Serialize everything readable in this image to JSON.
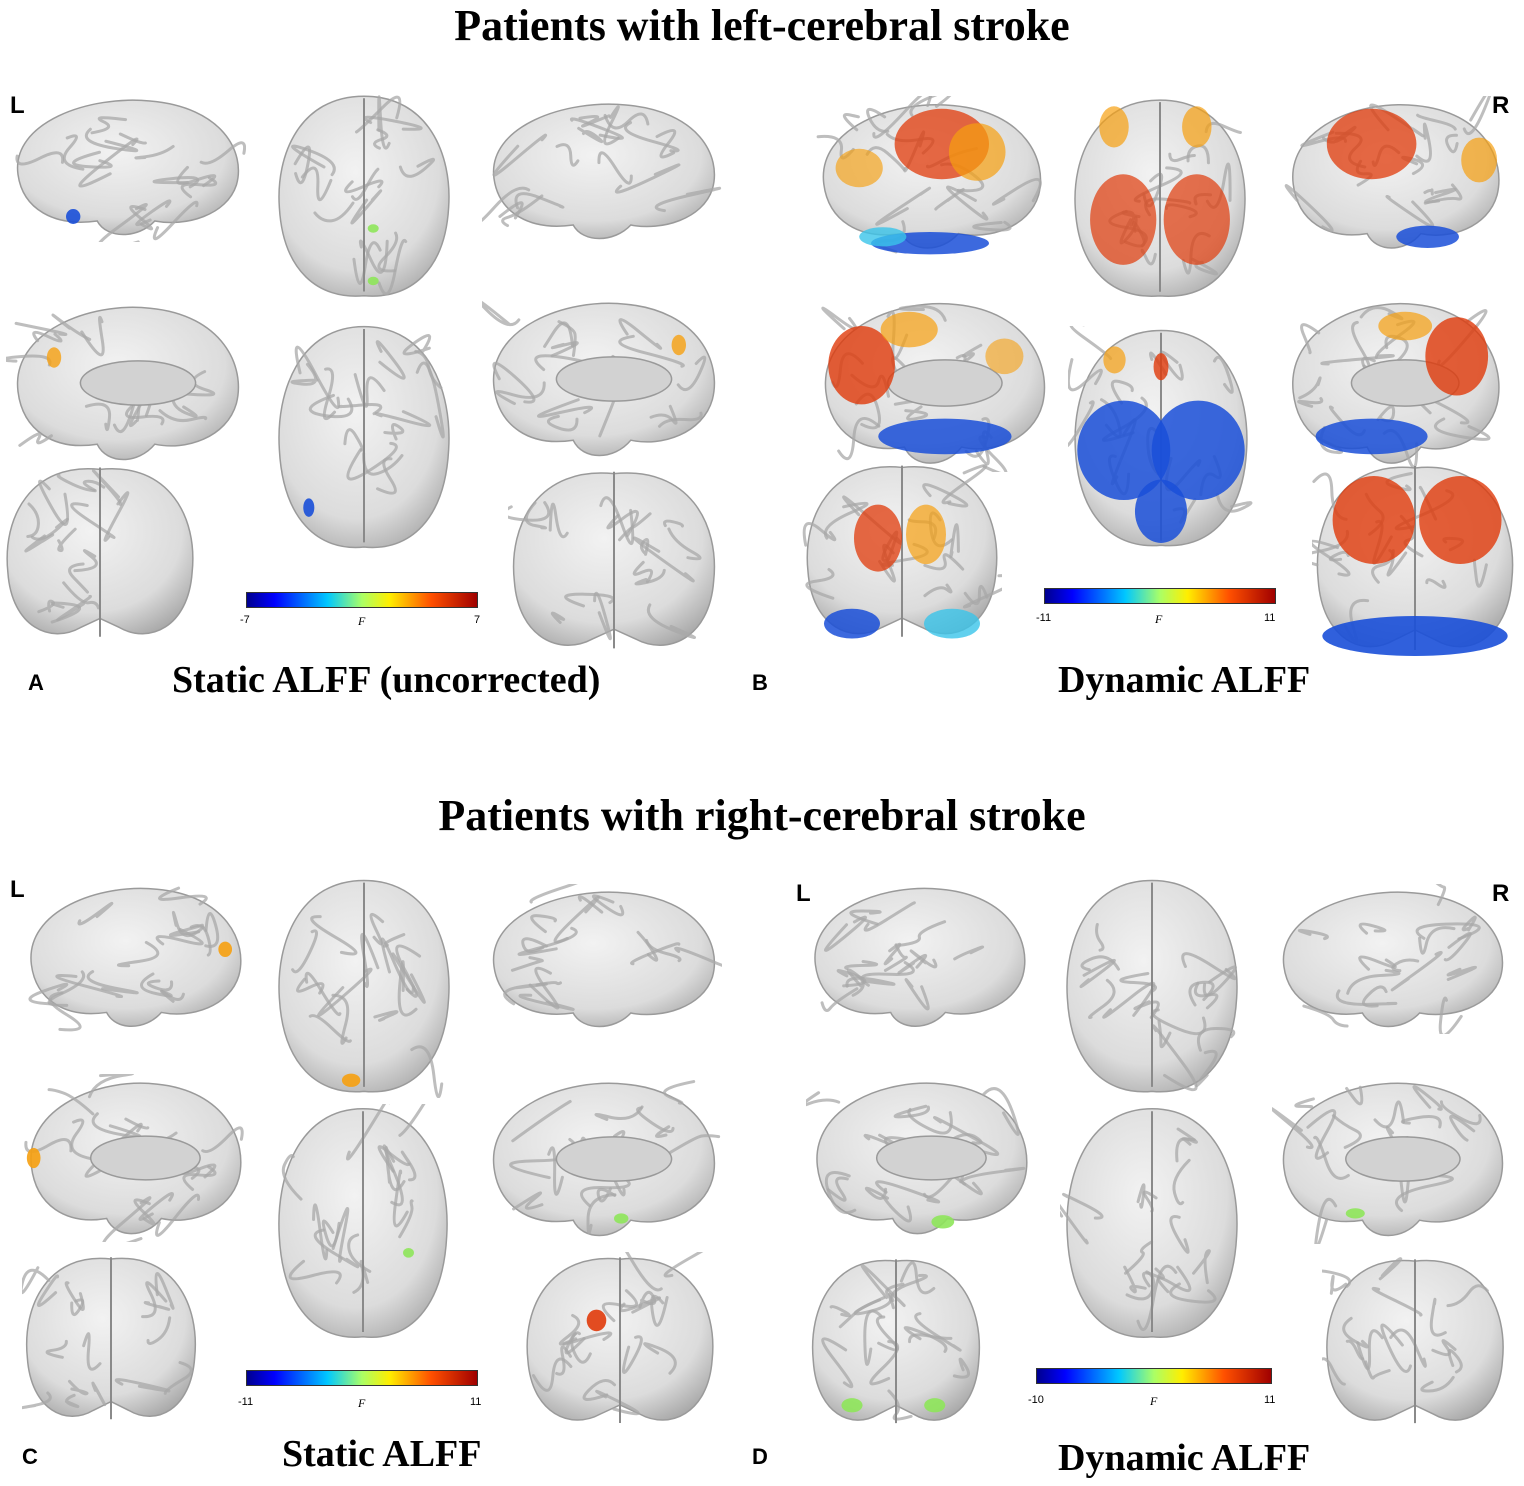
{
  "sections": [
    {
      "title": "Patients with left-cerebral stroke"
    },
    {
      "title": "Patients with right-cerebral stroke"
    }
  ],
  "panels": [
    {
      "letter": "A",
      "title": "Static ALFF (uncorrected)",
      "left_label": "L",
      "right_label": "",
      "cb_min": "-7",
      "cb_mid": "F",
      "cb_max": "7"
    },
    {
      "letter": "B",
      "title": "Dynamic ALFF",
      "left_label": "",
      "right_label": "R",
      "cb_min": "-11",
      "cb_mid": "F",
      "cb_max": "11"
    },
    {
      "letter": "C",
      "title": "Static ALFF",
      "left_label": "L",
      "right_label": "",
      "cb_min": "-11",
      "cb_mid": "F",
      "cb_max": "11"
    },
    {
      "letter": "D",
      "title": "Dynamic ALFF",
      "left_label": "L",
      "right_label": "R",
      "cb_min": "-10",
      "cb_mid": "F",
      "cb_max": "11"
    }
  ],
  "colors": {
    "brain_surface": "#e4e4e4",
    "sulci": "#a8a8a8",
    "medial_wall": "#d2d2d2",
    "hot": "#e03a0a",
    "warm": "#f6a010",
    "green": "#8ee65a",
    "cold": "#1a4fd8",
    "cyan": "#39c4ea"
  }
}
